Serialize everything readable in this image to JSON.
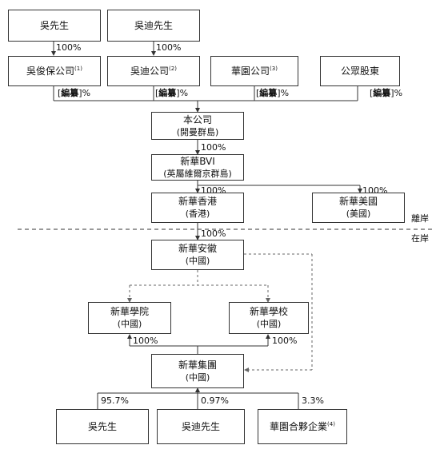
{
  "top": {
    "wu_xian_sheng": "吳先生",
    "wu_di_xian_sheng": "吳迪先生"
  },
  "holdcos": {
    "wu_jun_bao": {
      "name": "吳俊保公司",
      "note": "(1)"
    },
    "wu_di_co": {
      "name": "吳迪公司",
      "note": "(2)"
    },
    "huayuan_co": {
      "name": "華園公司",
      "note": "(3)"
    },
    "public": {
      "name": "公眾股東",
      "note": ""
    }
  },
  "redacted_pct": {
    "open": "[",
    "word": "編纂",
    "close": "]%"
  },
  "company": {
    "name": "本公司",
    "sub": "(開曼群島)"
  },
  "bvi": {
    "name": "新華BVI",
    "sub": "(英屬維爾京群島)"
  },
  "hk": {
    "name": "新華香港",
    "sub": "(香港)"
  },
  "us": {
    "name": "新華美國",
    "sub": "(美國)"
  },
  "anhui": {
    "name": "新華安徽",
    "sub": "(中國)"
  },
  "college": {
    "name": "新華學院",
    "sub": "(中國)"
  },
  "school": {
    "name": "新華學校",
    "sub": "(中國)"
  },
  "group": {
    "name": "新華集團",
    "sub": "(中國)"
  },
  "bottom": {
    "wu_xian_sheng": "吳先生",
    "wu_di_xian_sheng": "吳迪先生",
    "partnership": {
      "name": "華園合夥企業",
      "note": "(4)"
    }
  },
  "percentages": {
    "p100": "100%",
    "p957": "95.7%",
    "p097": "0.97%",
    "p33": "3.3%"
  },
  "regions": {
    "offshore": "離岸",
    "onshore": "在岸"
  }
}
